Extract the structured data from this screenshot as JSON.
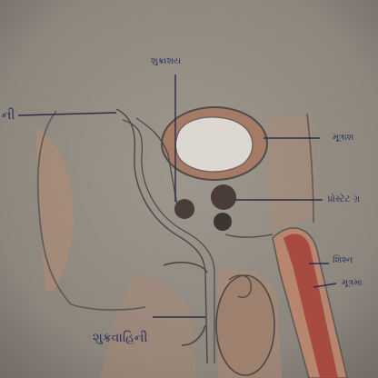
{
  "diagram": {
    "labels": {
      "seminal_vesicle": "શુક્રાશય",
      "left_edge": "ની",
      "urinary_bladder": "મૂત્રાશ",
      "prostate": "પ્રોસ્ટેટ ગ્ર",
      "penis": "શિશ્ન",
      "urethra": "મૂત્રમા",
      "vas_deferens": "શુક્રવાહિની"
    },
    "colors": {
      "paper": "#8f8a82",
      "ink": "#2a2f5c",
      "outline": "#5d5a58",
      "tissue": "#b58a72",
      "erectile": "#a5443b"
    }
  }
}
